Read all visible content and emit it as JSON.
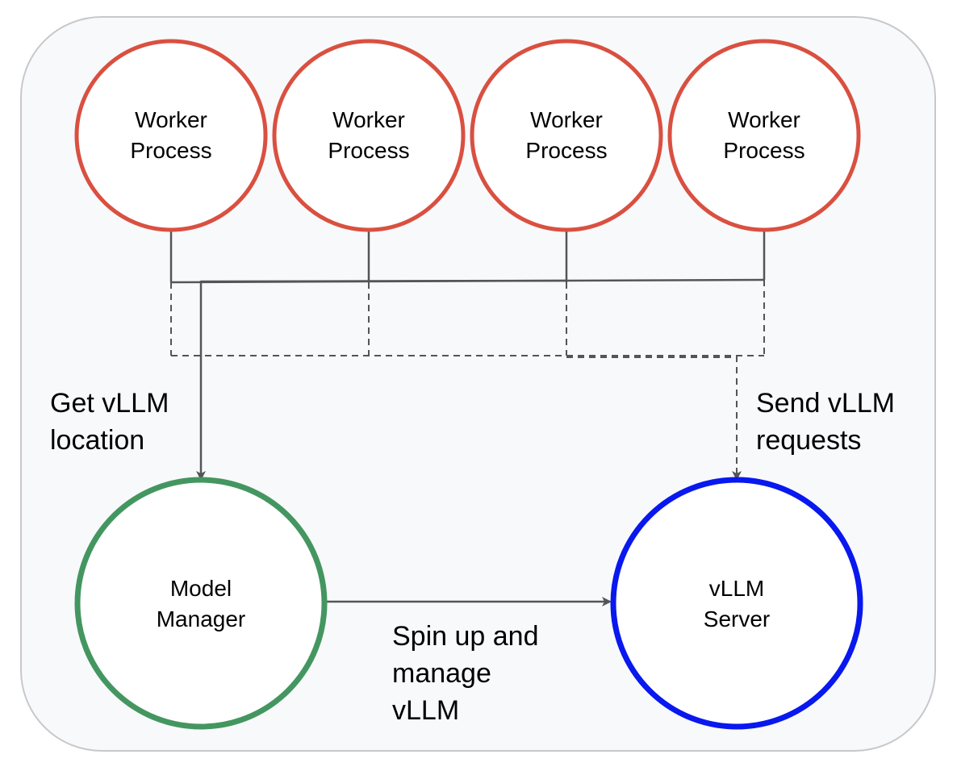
{
  "colors": {
    "container_fill": "#f8f9fb",
    "container_stroke": "#c8c8cc",
    "worker": "#d95040",
    "manager": "#449660",
    "server": "#0818ee",
    "connector": "#555555"
  },
  "workers": [
    {
      "line1": "Worker",
      "line2": "Process"
    },
    {
      "line1": "Worker",
      "line2": "Process"
    },
    {
      "line1": "Worker",
      "line2": "Process"
    },
    {
      "line1": "Worker",
      "line2": "Process"
    }
  ],
  "model_manager": {
    "line1": "Model",
    "line2": "Manager"
  },
  "vllm_server": {
    "line1": "vLLM",
    "line2": "Server"
  },
  "edges": {
    "get_location": {
      "line1": "Get vLLM",
      "line2": "location"
    },
    "send_requests": {
      "line1": "Send vLLM",
      "line2": "requests"
    },
    "spin_up": {
      "line1": "Spin up and",
      "line2": "manage",
      "line3": "vLLM"
    }
  }
}
